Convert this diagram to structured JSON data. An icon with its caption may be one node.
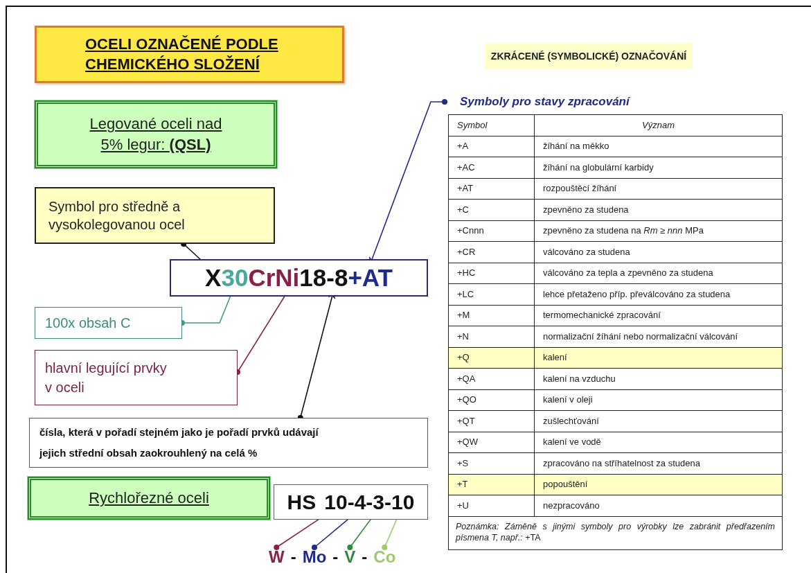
{
  "diagram": {
    "nodes": [
      {
        "text": [
          "OCELI OZNAČENÉ PODLE CHEMICKÉHO SLOŽENÍ"
        ]
      },
      {
        "text": [
          "ZKRÁCENÉ (SYMBOLICKÉ) OZNAČOVÁNÍ"
        ]
      },
      {
        "text": [
          "Legované oceli nad 5% legur: **(QSL)**"
        ]
      },
      {
        "text": [
          "Symbol pro středně a vysokolegovanou ocel"
        ]
      },
      {
        "text": [],
        "shape": "box"
      },
      {
        "text": [
          "X"
        ],
        "in": 4
      },
      {
        "text": [
          "30"
        ],
        "in": 4
      },
      {
        "text": [
          "CrNi"
        ],
        "in": 4
      },
      {
        "text": [
          "18-8"
        ],
        "in": 4
      },
      {
        "text": [
          "+AT"
        ],
        "in": 4
      },
      {
        "text": [
          "Symboly pro stavy zpracování"
        ]
      },
      {
        "text": [
          "100x obsah C"
        ]
      },
      {
        "text": [
          "hlavní legující prvky v oceli"
        ]
      },
      {
        "text": [
          "čísla, která v pořadí stejném jako je pořadí prvků udávají jejich střední obsah zaokrouhlený na celá %"
        ]
      },
      {
        "text": [
          "Rychlořezné oceli"
        ]
      },
      {
        "text": [],
        "shape": "box"
      },
      {
        "text": [
          "HS"
        ],
        "in": 15
      },
      {
        "text": [
          "10"
        ],
        "in": 15
      },
      {
        "text": [
          "4"
        ],
        "in": 15
      },
      {
        "text": [
          "3"
        ],
        "in": 15
      },
      {
        "text": [
          "10"
        ],
        "in": 15
      },
      {
        "text": [
          "W"
        ]
      },
      {
        "text": [
          "Mo"
        ]
      },
      {
        "text": [
          "V"
        ]
      },
      {
        "text": [
          "Co"
        ]
      }
    ],
    "edges": [
      {
        "from": 3,
        "to": 5,
        "arrow": "to"
      },
      {
        "from": 10,
        "to": 9,
        "arrow": "to",
        "color": "#1f2a8a"
      },
      {
        "from": 11,
        "to": 6,
        "arrow": "to",
        "color": "#3d9a8c"
      },
      {
        "from": 12,
        "to": 7,
        "arrow": "to",
        "color": "#8b1f45"
      },
      {
        "from": 13,
        "to": 8,
        "arrow": "to"
      },
      {
        "from": 21,
        "to": 17,
        "arrow": "to",
        "color": "#8b1f45"
      },
      {
        "from": 22,
        "to": 18,
        "arrow": "to",
        "color": "#1f2a8a"
      },
      {
        "from": 23,
        "to": 19,
        "arrow": "to",
        "color": "#2e8b3a"
      },
      {
        "from": 24,
        "to": 20,
        "arrow": "to",
        "color": "#9acd6a"
      }
    ],
    "labels": [
      "Symbol",
      "Význam",
      "+A",
      "žíhání na měkko",
      "+AC",
      "žíhání na globulární karbidy",
      "+AT",
      "rozpouštěcí žíhání",
      "+C",
      "zpevněno za studena",
      "+Cnnn",
      "zpevněno za studena na *Rm* ≥ *nnn*  MPa",
      "+CR",
      "válcováno za studena",
      "+HC",
      "válcováno za tepla a zpevněno za studena",
      "+LC",
      "lehce přetaženo příp. převálcováno za studena",
      "+M",
      "termomechanické zpracování",
      "+N",
      "normalizační žíhání nebo normalizační válcování",
      "+Q",
      "kalení",
      "+QA",
      "kalení na vzduchu",
      "+QO",
      "kalení v oleji",
      "+QT",
      "zušlechťování",
      "+QW",
      "kalení ve vodě",
      "+S",
      "zpracováno na stříhatelnost za studena",
      "+T",
      "popouštění",
      "+U",
      "nezpracováno",
      "*Poznámka: Záměně s jinými symboly pro výrobky lze zabránit předřazením písmena T, např.:*   +TA",
      "-",
      "-",
      "-",
      "-",
      "-",
      "-"
    ]
  }
}
